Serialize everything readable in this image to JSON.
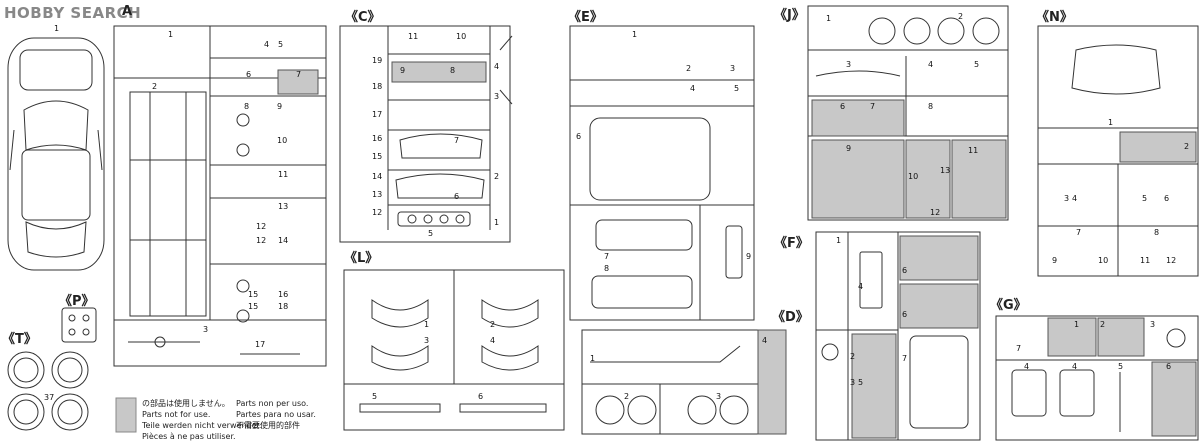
{
  "watermark": "HOBBY SEARCH",
  "sprues": {
    "A": "A",
    "C": "《C》",
    "E": "《E》",
    "J": "《J》",
    "N": "《N》",
    "L": "《L》",
    "F": "《F》",
    "D": "《D》",
    "G": "《G》",
    "P": "《P》",
    "T": "《T》"
  },
  "part_numbers": {
    "body": "1",
    "t_sprue": "37",
    "a": [
      "1",
      "2",
      "3",
      "4",
      "5",
      "6",
      "7",
      "8",
      "9",
      "10",
      "11",
      "12",
      "12",
      "13",
      "14",
      "15",
      "15",
      "16",
      "17",
      "18"
    ],
    "c": [
      "11",
      "10",
      "9",
      "8",
      "4",
      "3",
      "19",
      "18",
      "17",
      "16",
      "15",
      "14",
      "13",
      "12",
      "7",
      "6",
      "5",
      "2",
      "1"
    ],
    "e": [
      "1",
      "2",
      "3",
      "4",
      "5",
      "6",
      "7",
      "8",
      "9"
    ],
    "j": [
      "1",
      "2",
      "3",
      "4",
      "5",
      "6",
      "7",
      "8",
      "9",
      "10",
      "11",
      "12",
      "13"
    ],
    "n": [
      "1",
      "2",
      "3",
      "4",
      "5",
      "6",
      "7",
      "8",
      "9",
      "10",
      "11",
      "12"
    ],
    "l": [
      "1",
      "2",
      "3",
      "4",
      "5",
      "6"
    ],
    "f": [
      "1",
      "2",
      "3",
      "4",
      "5",
      "6",
      "6",
      "7"
    ],
    "d": [
      "1",
      "2",
      "3",
      "4"
    ],
    "g": [
      "1",
      "2",
      "3",
      "4",
      "4",
      "5",
      "6",
      "7"
    ]
  },
  "legend": {
    "swatch_color": "#c8c8c8",
    "lines": [
      "の部品は使用しません。",
      "Parts not for use.",
      "Teile werden nicht verwendet.",
      "Pièces à ne pas utiliser.",
      "Parts non per uso.",
      "Partes para no usar.",
      "不需要使用的部件"
    ]
  }
}
